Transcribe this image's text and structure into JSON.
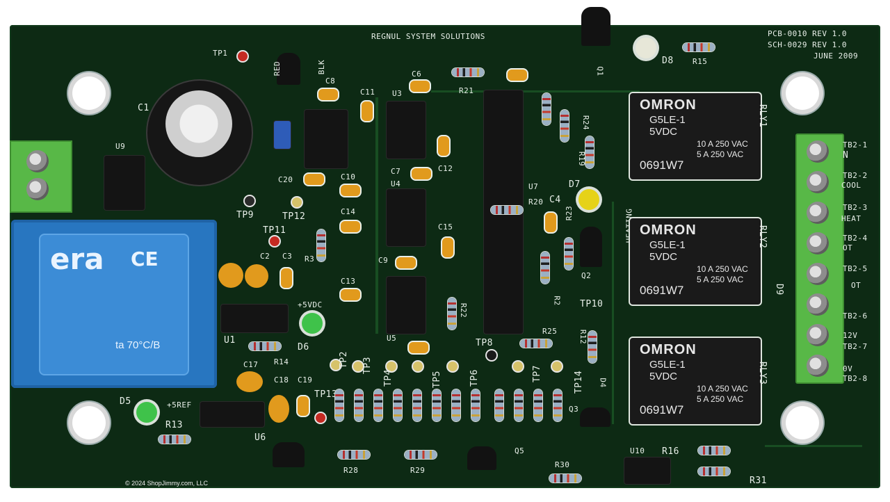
{
  "board": {
    "maker": "REGNUL SYSTEM SOLUTIONS",
    "pcb_rev": "PCB-0010 REV 1.0",
    "sch_rev": "SCH-0029 REV 1.0",
    "date": "JUNE 2009",
    "credit": "© 2024 ShopJimmy.com, LLC"
  },
  "relays": [
    {
      "brand": "OMRON",
      "model": "G5LE-1",
      "voltage": "5VDC",
      "rating1": "10 A 250 VAC",
      "rating2": "5 A 250 VAC",
      "code": "0691W7",
      "label": "RLY1"
    },
    {
      "brand": "OMRON",
      "model": "G5LE-1",
      "voltage": "5VDC",
      "rating1": "10 A 250 VAC",
      "rating2": "5 A 250 VAC",
      "code": "0691W7",
      "label": "RLY2"
    },
    {
      "brand": "OMRON",
      "model": "G5LE-1",
      "voltage": "5VDC",
      "rating1": "10 A 250 VAC",
      "rating2": "5 A 250 VAC",
      "code": "0691W7",
      "label": "RLY3"
    }
  ],
  "terminals": [
    {
      "id": "TB2-1",
      "fn": "N"
    },
    {
      "id": "TB2-2",
      "fn": "COOL"
    },
    {
      "id": "TB2-3",
      "fn": "HEAT"
    },
    {
      "id": "TB2-4",
      "fn": "OT"
    },
    {
      "id": "TB2-5",
      "fn": "OT"
    },
    {
      "id": "TB2-6",
      "fn": ""
    },
    {
      "id": "TB2-7",
      "fn": "12V"
    },
    {
      "id": "TB2-8",
      "fn": "0V"
    }
  ],
  "transformer": {
    "logo": "era",
    "ce": "CE",
    "temp": "ta 70°C/B"
  },
  "labels": {
    "tp1": "TP1",
    "red": "RED",
    "blk": "BLK",
    "c1": "C1",
    "u9": "U9",
    "c8": "C8",
    "c6": "C6",
    "c11": "C11",
    "u3": "U3",
    "r21": "R21",
    "c20": "C20",
    "c10": "C10",
    "c7": "C7",
    "c12": "C12",
    "u4": "U4",
    "tp9": "TP9",
    "tp12": "TP12",
    "c14": "C14",
    "tp11": "TP11",
    "r3": "R3",
    "c15": "C15",
    "c9": "C9",
    "c3": "C3",
    "c2": "C2",
    "c13": "C13",
    "u7": "U7",
    "r20": "R20",
    "c4": "C4",
    "r23": "R23",
    "d7": "D7",
    "heating": "HEATING",
    "r22": "R22",
    "q2": "Q2",
    "tp10": "TP10",
    "r24": "R24",
    "r19": "R19",
    "r2": "R2",
    "d8": "D8",
    "r15": "R15",
    "d6": "D6",
    "vdc5": "+5VDC",
    "u1": "U1",
    "r14": "R14",
    "u5": "U5",
    "tp2": "TP2",
    "tp3": "TP3",
    "tp4": "TP4",
    "tp5": "TP5",
    "tp6": "TP6",
    "tp7": "TP7",
    "tp8": "TP8",
    "tp14": "TP14",
    "r25": "R25",
    "r12": "R12",
    "d4": "D4",
    "q3": "Q3",
    "c17": "C17",
    "c18": "C18",
    "c19": "C19",
    "tp13": "TP13",
    "d5": "D5",
    "ref5": "+5REF",
    "r13": "R13",
    "u6": "U6",
    "r28": "R28",
    "r29": "R29",
    "q5": "Q5",
    "r30": "R30",
    "u10": "U10",
    "r16": "R16",
    "r31": "R31",
    "d9": "D9",
    "q1": "Q1"
  }
}
